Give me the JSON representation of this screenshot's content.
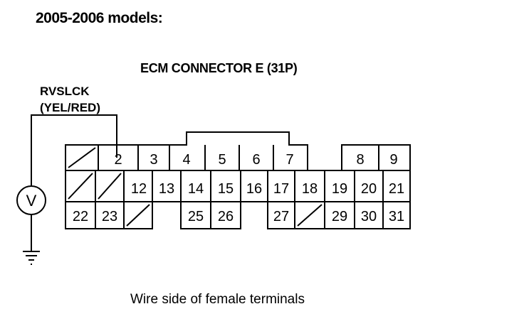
{
  "heading": "2005-2006 models:",
  "connector_title": "ECM CONNECTOR E (31P)",
  "wire": {
    "signal": "RVSLCK",
    "color": "(YEL/RED)"
  },
  "meter_symbol": "V",
  "caption": "Wire side of female terminals",
  "terminals": [
    "2",
    "3",
    "4",
    "5",
    "6",
    "7",
    "8",
    "9",
    "12",
    "13",
    "14",
    "15",
    "16",
    "17",
    "18",
    "19",
    "20",
    "21",
    "22",
    "23",
    "25",
    "26",
    "27",
    "29",
    "30",
    "31"
  ],
  "probe_terminal": "2",
  "icons": {
    "meter": "voltmeter-icon",
    "ground": "ground-symbol-icon",
    "empty_cavity": "empty-cavity-slash-icon"
  }
}
